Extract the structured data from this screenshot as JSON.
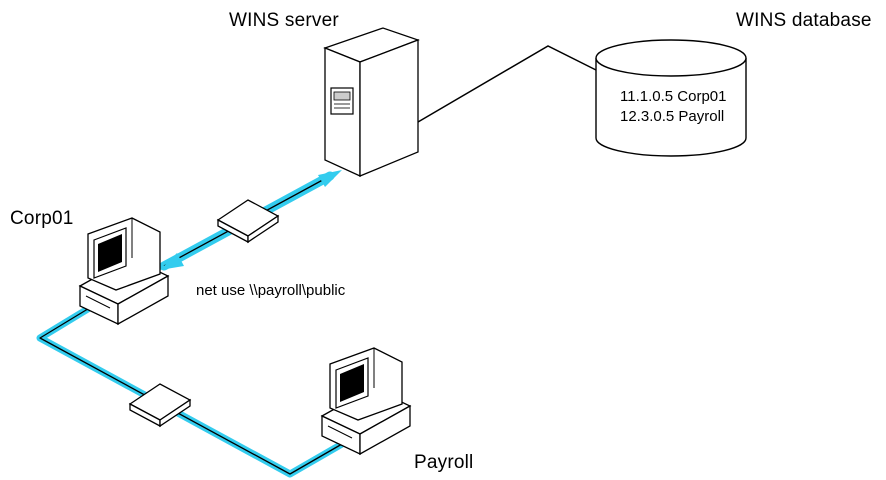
{
  "labels": {
    "wins_server": "WINS server",
    "wins_database": "WINS database",
    "corp01": "Corp01",
    "payroll": "Payroll",
    "command": "net use \\\\payroll\\public"
  },
  "database_records": [
    "11.1.0.5 Corp01",
    "12.3.0.5 Payroll"
  ],
  "colors": {
    "highlight": "#33ccee",
    "line": "#000000"
  }
}
